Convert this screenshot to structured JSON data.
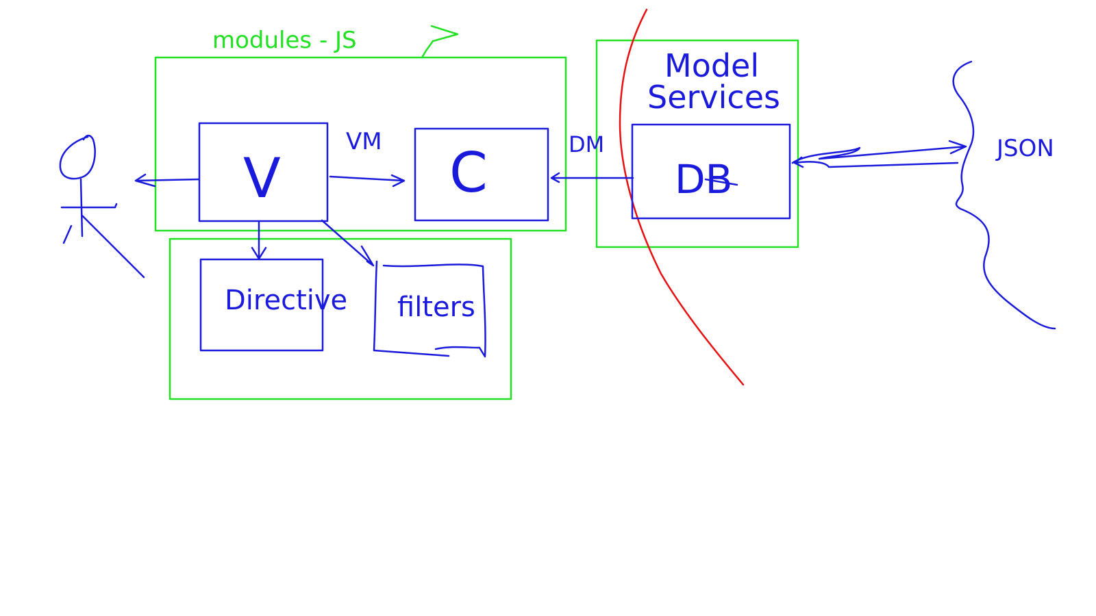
{
  "colors": {
    "ink_blue": "#1a1adc",
    "ink_green": "#22e022",
    "ink_red": "#e81010",
    "background": "#ffffff"
  },
  "labels": {
    "modules": "modules - JS",
    "view": "V",
    "view_model": "VM",
    "controller": "C",
    "data_model": "DM",
    "model_services": "Model",
    "model_services_line2": "Services",
    "db": "DB",
    "json": "JSON",
    "directive": "Directive",
    "filters": "filters"
  },
  "icons": {
    "user": "stick-figure-user-icon"
  }
}
